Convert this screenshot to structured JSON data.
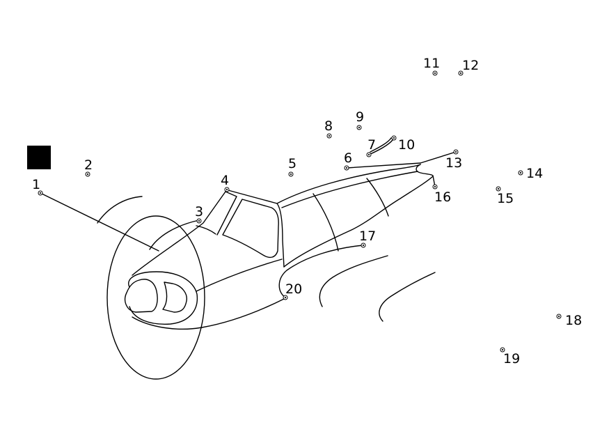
{
  "puzzle": {
    "points": [
      {
        "label": "1"
      },
      {
        "label": "2"
      },
      {
        "label": "3"
      },
      {
        "label": "4"
      },
      {
        "label": "5"
      },
      {
        "label": "6"
      },
      {
        "label": "7"
      },
      {
        "label": "8"
      },
      {
        "label": "9"
      },
      {
        "label": "10"
      },
      {
        "label": "11"
      },
      {
        "label": "12"
      },
      {
        "label": "13"
      },
      {
        "label": "14"
      },
      {
        "label": "15"
      },
      {
        "label": "16"
      },
      {
        "label": "17"
      },
      {
        "label": "18"
      },
      {
        "label": "19"
      },
      {
        "label": "20"
      }
    ]
  }
}
